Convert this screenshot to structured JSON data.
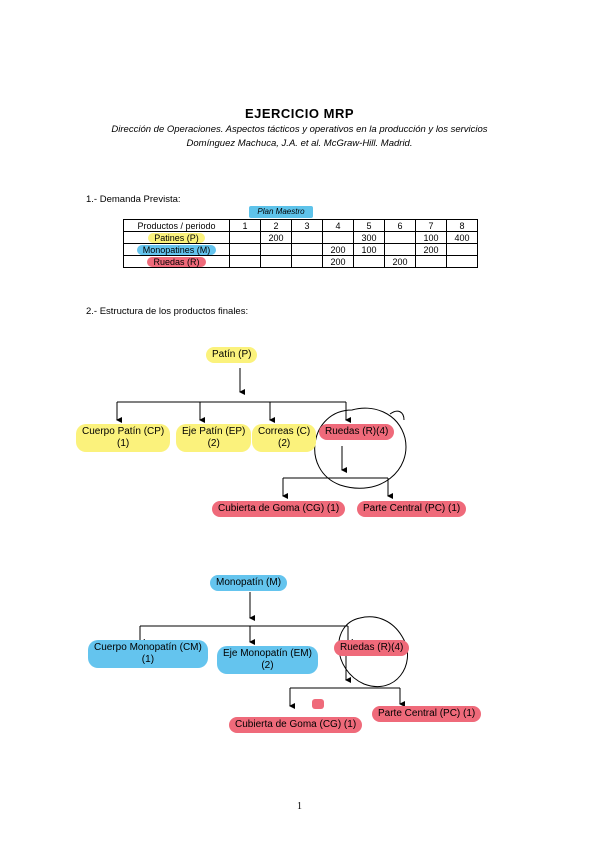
{
  "title": "EJERCICIO MRP",
  "subtitle_1": "Dirección de Operaciones. Aspectos tácticos y operativos en la producción y los servicios",
  "subtitle_2": "Domínguez Machuca, J.A. et al. McGraw-Hill. Madrid.",
  "section_1": "1.-  Demanda Prevista:",
  "handwritten_note": "Plan Maestro",
  "demand_table": {
    "header_product": "Productos / periodo",
    "periods": [
      "1",
      "2",
      "3",
      "4",
      "5",
      "6",
      "7",
      "8"
    ],
    "rows": [
      {
        "product": "Patines (P)",
        "values": [
          "",
          "200",
          "",
          "",
          "300",
          "",
          "100",
          "400"
        ]
      },
      {
        "product": "Monopatines (M)",
        "values": [
          "",
          "",
          "",
          "200",
          "100",
          "",
          "200",
          ""
        ]
      },
      {
        "product": "Ruedas (R)",
        "values": [
          "",
          "",
          "",
          "200",
          "",
          "200",
          "",
          ""
        ]
      }
    ]
  },
  "section_2": "2.-  Estructura de los productos finales:",
  "tree_p": {
    "root": "Patín (P)",
    "children": [
      {
        "label": "Cuerpo Patín (CP)",
        "qty": "(1)"
      },
      {
        "label": "Eje Patín (EP)",
        "qty": "(2)"
      },
      {
        "label": "Correas (C)",
        "qty": "(2)"
      },
      {
        "label": "Ruedas (R)(4)",
        "qty": ""
      }
    ],
    "grandchildren": [
      {
        "label": "Cubierta de Goma (CG) (1)"
      },
      {
        "label": "Parte Central (PC) (1)"
      }
    ]
  },
  "tree_m": {
    "root": "Monopatín (M)",
    "children": [
      {
        "label": "Cuerpo Monopatín (CM)",
        "qty": "(1)"
      },
      {
        "label": "Eje Monopatín (EM)",
        "qty": "(2)"
      },
      {
        "label": "Ruedas (R)(4)",
        "qty": ""
      }
    ],
    "grandchildren": [
      {
        "label": "Cubierta de Goma (CG) (1)"
      },
      {
        "label": "Parte Central (PC) (1)"
      }
    ]
  },
  "page_number": "1",
  "colors": {
    "yellow": "#fbf27c",
    "blue": "#64c4ee",
    "red": "#ef6a7a"
  }
}
